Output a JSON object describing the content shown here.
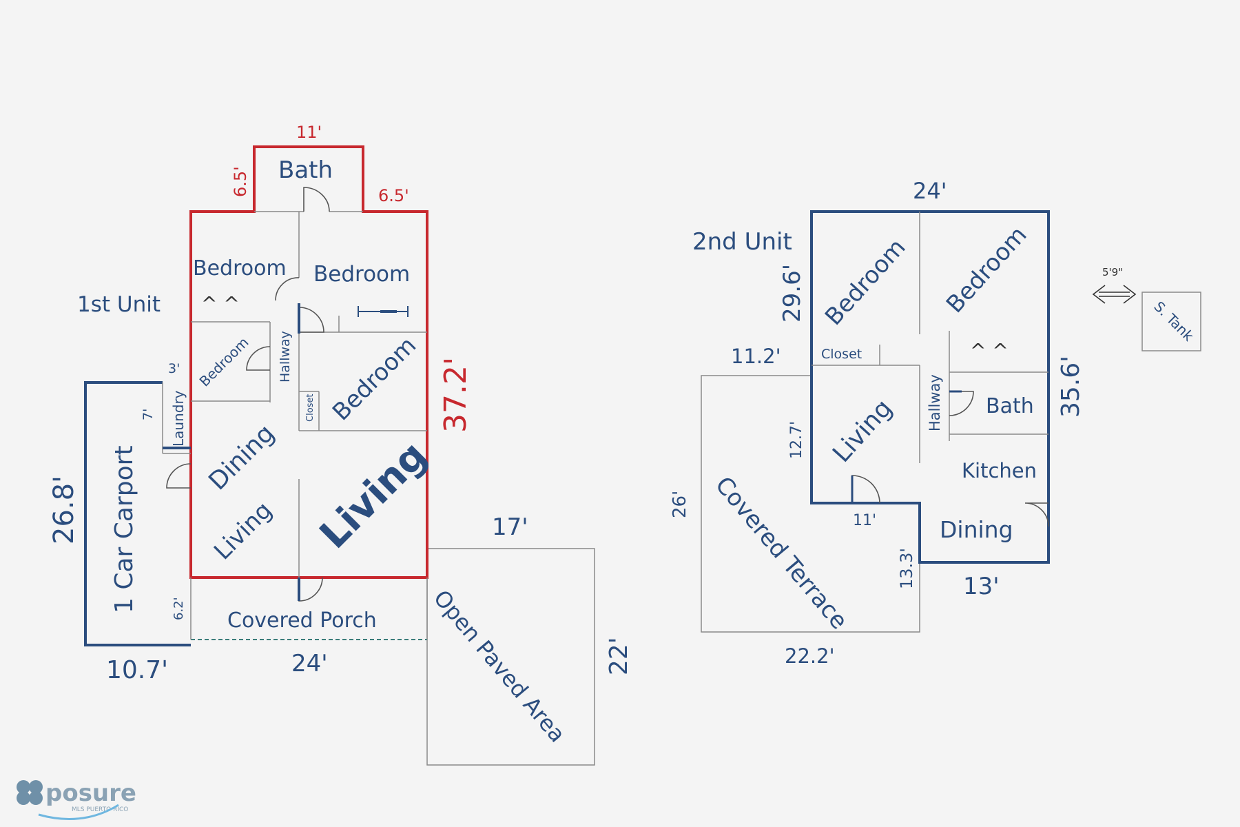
{
  "unit1": {
    "title": "1st Unit",
    "rooms": {
      "bath": "Bath",
      "bedroom_top_left": "Bedroom",
      "bedroom_top_right": "Bedroom",
      "bedroom_small": "Bedroom",
      "bedroom_middle": "Bedroom",
      "hallway": "Hallway",
      "closet": "Closet",
      "laundry": "Laundry",
      "dining": "Dining",
      "living_small": "Living",
      "living_large": "Living",
      "carport": "1 Car Carport",
      "porch": "Covered Porch",
      "paved": "Open Paved Area",
      "ac_marks": "^ ^"
    },
    "dims": {
      "bath_top": "11'",
      "bath_left": "6.5'",
      "bath_right": "6.5'",
      "right_side": "37.2'",
      "laundry_width": "3'",
      "laundry_height": "7'",
      "carport_height": "26.8'",
      "carport_small": "6.2'",
      "carport_width": "10.7'",
      "porch_width": "24'",
      "paved_width": "17'",
      "paved_height": "22'"
    }
  },
  "unit2": {
    "title": "2nd Unit",
    "rooms": {
      "bedroom_left": "Bedroom",
      "bedroom_right": "Bedroom",
      "closet": "Closet",
      "hallway": "Hallway",
      "bath": "Bath",
      "living": "Living",
      "kitchen": "Kitchen",
      "dining": "Dining",
      "terrace": "Covered Terrace",
      "ac_marks": "^ ^",
      "tank": "S. Tank"
    },
    "dims": {
      "top": "24'",
      "left_upper": "29.6'",
      "right": "35.6'",
      "terrace_top": "11.2'",
      "living_height": "12.7'",
      "step_width": "11'",
      "terrace_height": "26'",
      "step_height": "13.3'",
      "bottom_right": "13'",
      "terrace_bottom": "22.2'",
      "tank_distance": "5'9\""
    }
  },
  "logo": {
    "name": "posure",
    "tagline": "MLS PUERTO RICO"
  },
  "colors": {
    "blue": "#2b4d7e",
    "red": "#c7282e",
    "gray_line": "#8a8a8a"
  }
}
